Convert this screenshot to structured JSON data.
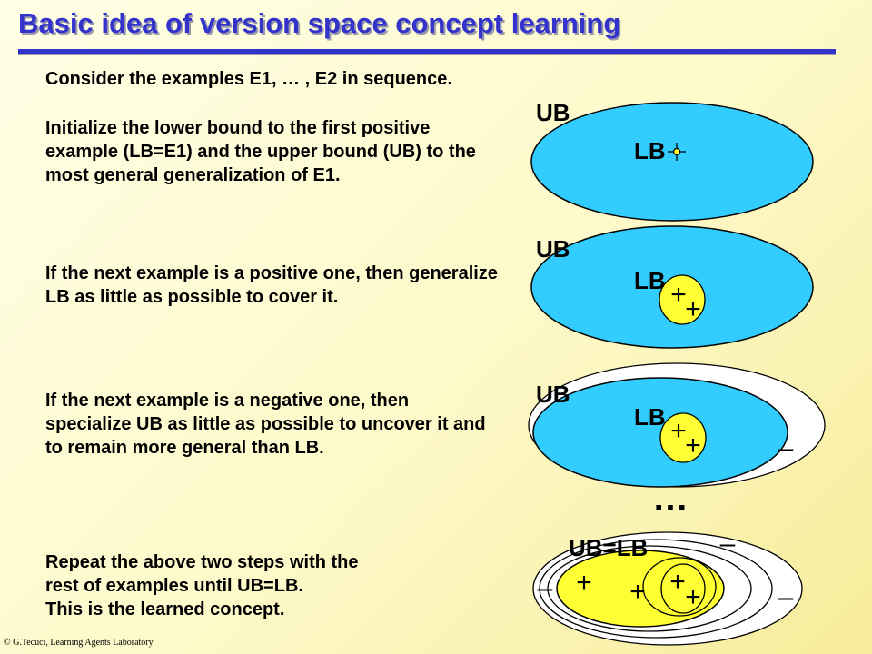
{
  "slide": {
    "title": "Basic idea of version space concept learning",
    "consider": "Consider the examples E1, … , E2 in sequence.",
    "init_text": "Initialize the lower bound to the first positive example (LB=E1) and the upper bound (UB) to the most general generalization of E1.",
    "positive_text": "If the next example is a positive one, then generalize LB as little as possible to cover it.",
    "negative_text": "If the next example is a negative one, then specialize UB as little as possible to uncover it and to remain more general than LB.",
    "repeat_line1": "Repeat the above two steps with the",
    "repeat_line2": "rest of examples until UB=LB.",
    "repeat_line3": "This is the learned concept.",
    "footer": "© G.Tecuci, Learning Agents Laboratory"
  },
  "diagram": {
    "ub_label": "UB",
    "lb_label": "LB",
    "final_label": "UB=LB",
    "plus": "+",
    "minus": "–",
    "ellipsis": "…",
    "colors": {
      "upper_bound": "#33ccff",
      "lower_bound": "#ffff33",
      "outline": "#000000"
    }
  }
}
